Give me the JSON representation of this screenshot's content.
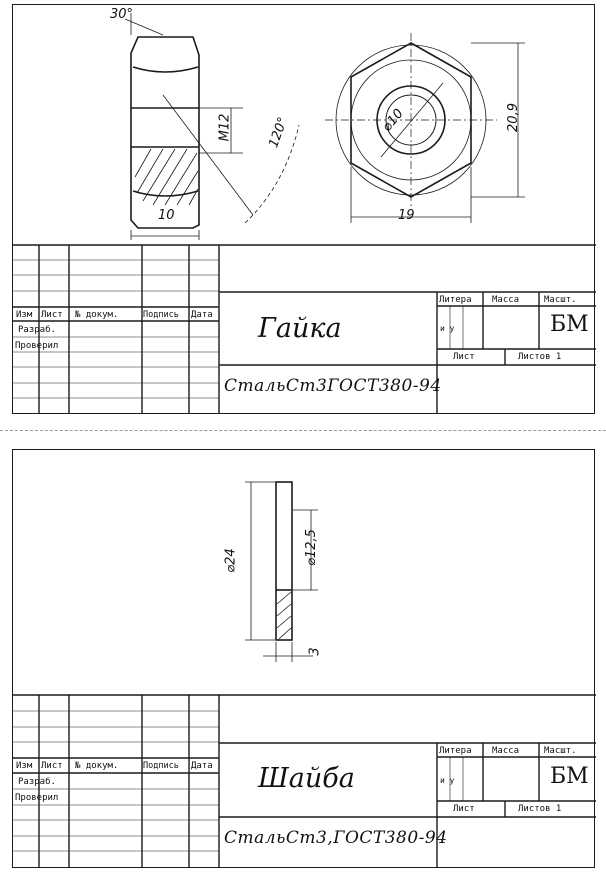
{
  "sheets": [
    {
      "part_name": "Гайка",
      "material": "СтальСт3ГОСТ380-94",
      "dims": {
        "angle_top": "30°",
        "thread": "M12",
        "angle_left": "120°",
        "bore": "⌀10",
        "height": "20,9",
        "across_flats": "19",
        "thickness": "10"
      },
      "titleblock": {
        "col_izm": "Изм",
        "col_list": "Лист",
        "col_docnum": "№ докум.",
        "col_sign": "Подпись",
        "col_date": "Дата",
        "row_developed": "Разраб.",
        "row_checked": "Проверил",
        "litera": "Литера",
        "massa": "Масса",
        "masht": "Масшт.",
        "lit_value": "и у",
        "scale_value": "БМ",
        "sheet": "Лист",
        "sheets_total": "Листов 1"
      }
    },
    {
      "part_name": "Шайба",
      "material": "СтальСт3,ГОСТ380-94",
      "dims": {
        "outer": "⌀24",
        "inner": "⌀12,5",
        "thickness": "3"
      },
      "titleblock": {
        "col_izm": "Изм",
        "col_list": "Лист",
        "col_docnum": "№ докум.",
        "col_sign": "Подпись",
        "col_date": "Дата",
        "row_developed": "Разраб.",
        "row_checked": "Проверил",
        "litera": "Литера",
        "massa": "Масса",
        "masht": "Масшт.",
        "lit_value": "и у",
        "scale_value": "БМ",
        "sheet": "Лист",
        "sheets_total": "Листов 1"
      }
    }
  ]
}
